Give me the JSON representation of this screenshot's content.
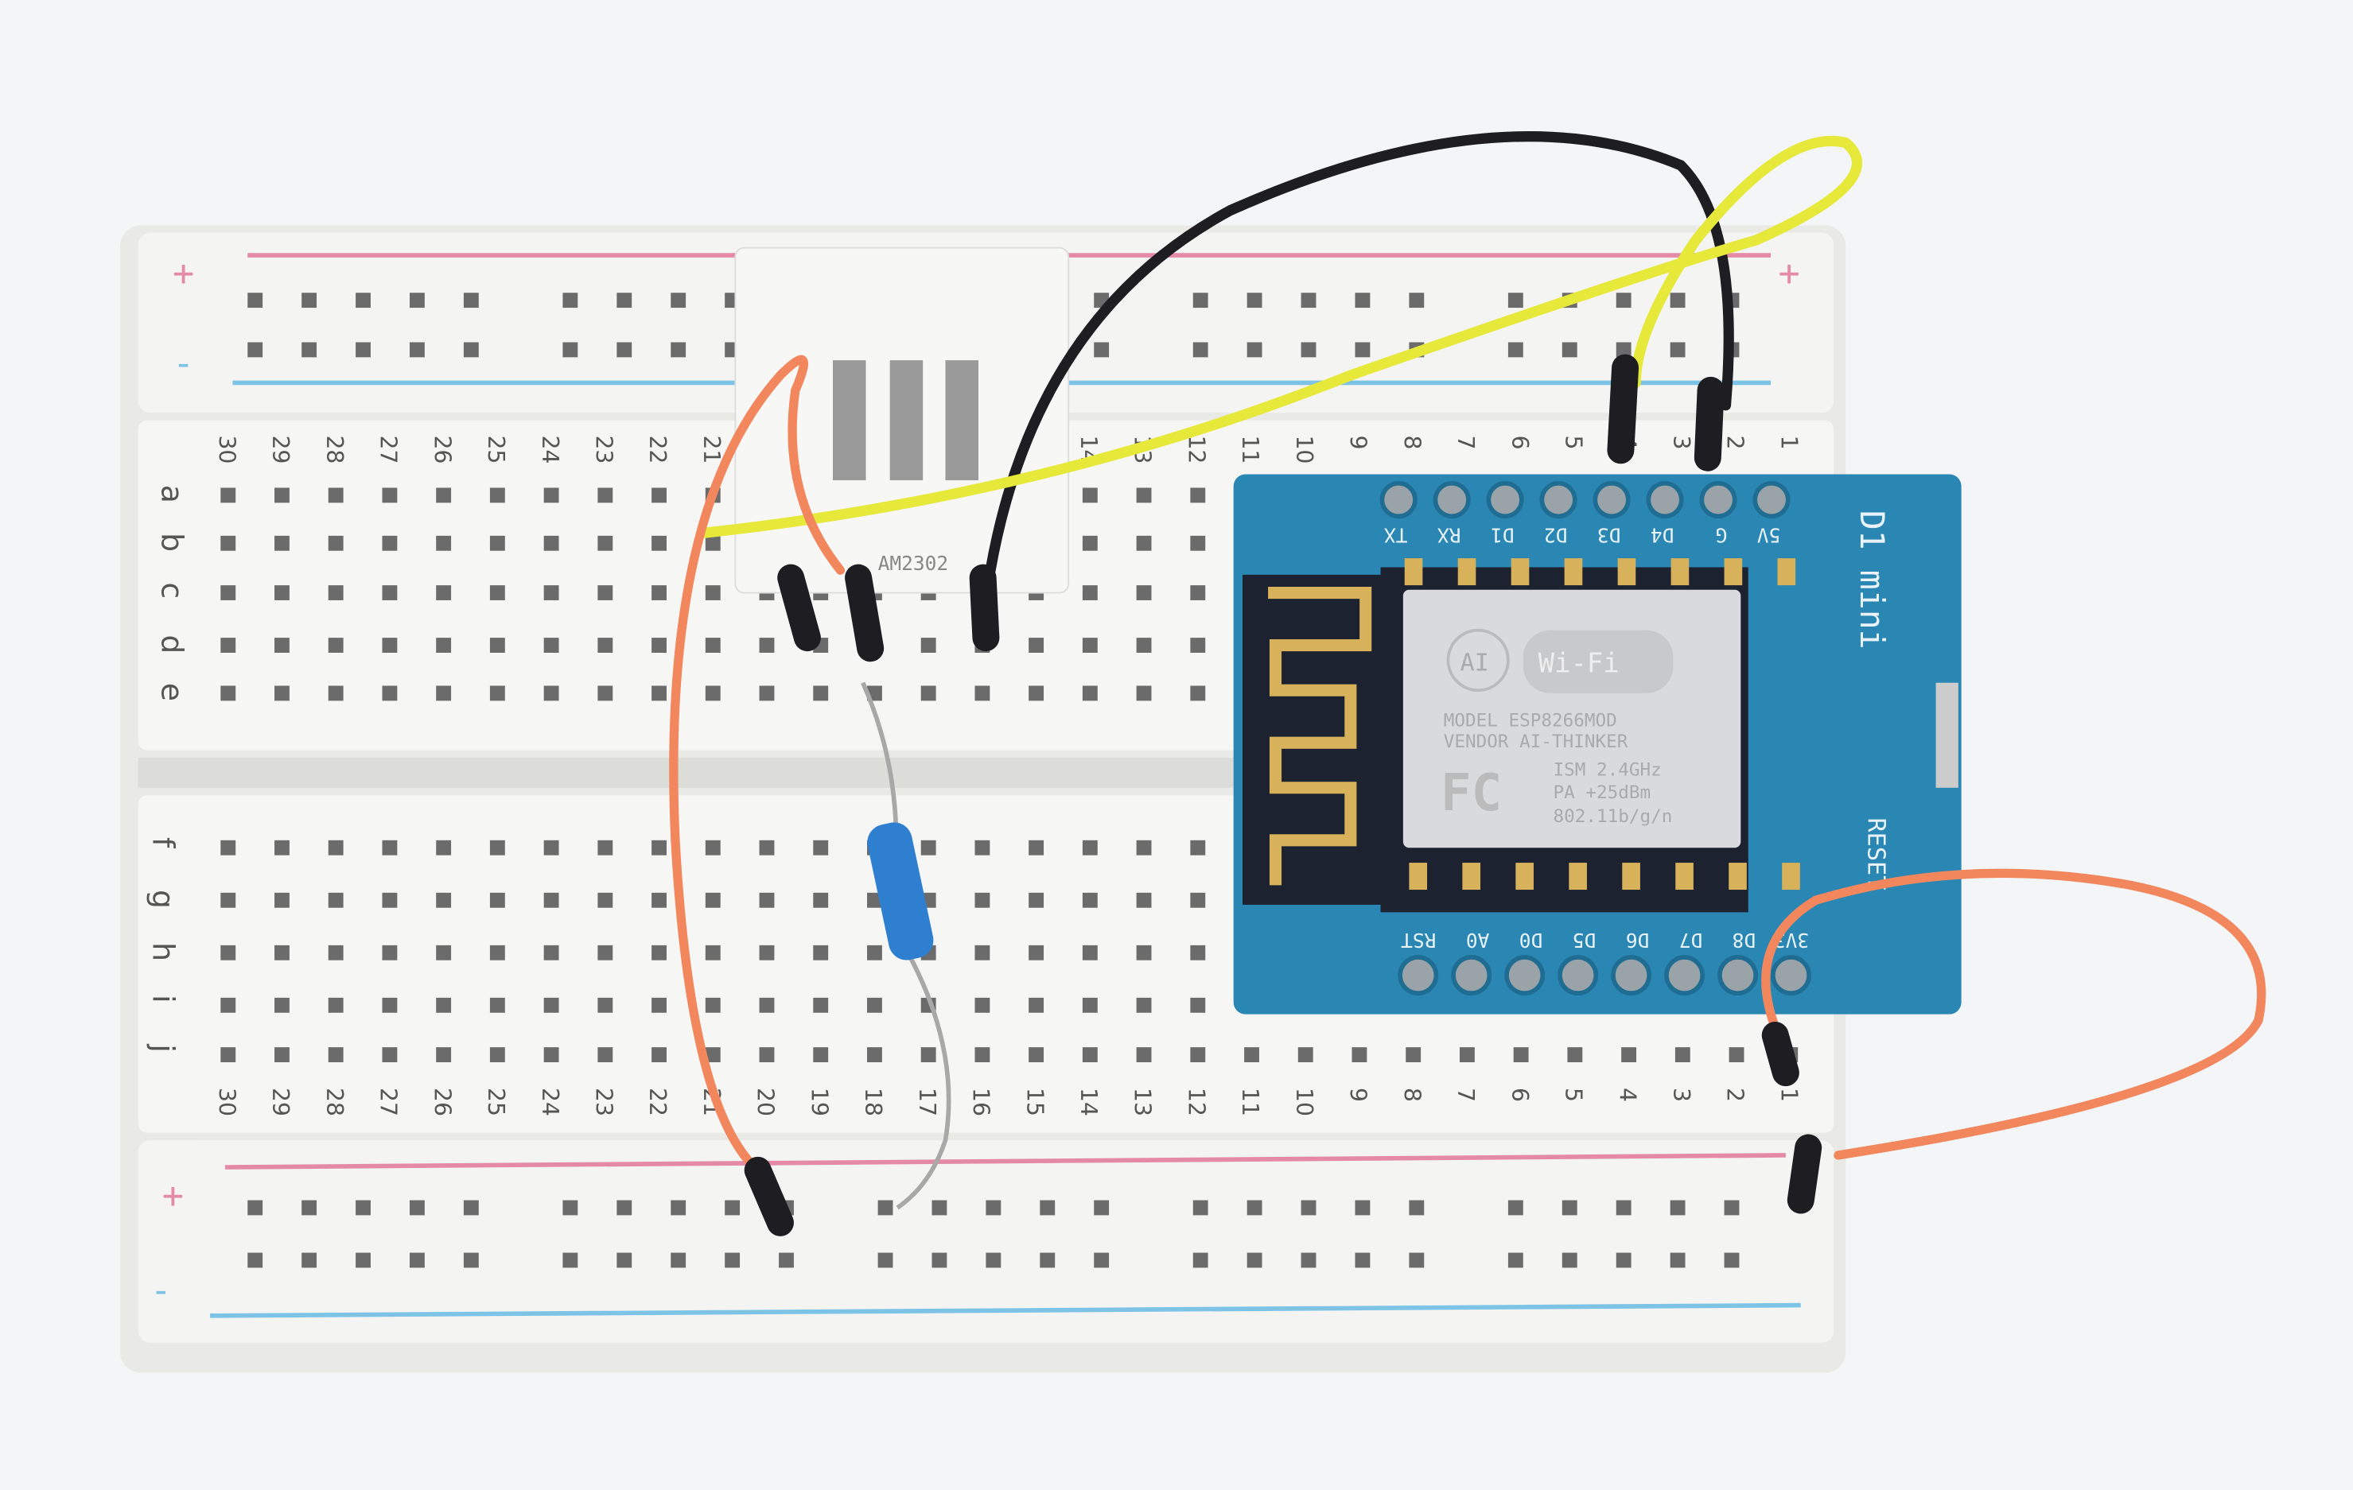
{
  "breadboard": {
    "row_letters_top": [
      "a",
      "b",
      "c",
      "d",
      "e"
    ],
    "row_letters_bottom": [
      "f",
      "g",
      "h",
      "i",
      "j"
    ],
    "columns": [
      "1",
      "2",
      "3",
      "4",
      "5",
      "6",
      "7",
      "8",
      "9",
      "10",
      "11",
      "12",
      "13",
      "14",
      "15",
      "16",
      "17",
      "18",
      "19",
      "20",
      "21",
      "22",
      "23",
      "24",
      "25",
      "26",
      "27",
      "28",
      "29",
      "30"
    ],
    "rail_plus": "+",
    "rail_minus": "-",
    "colors": {
      "body": "#f2f2f0",
      "hole": "#6b6b6b",
      "rail_red": "#e58aa6",
      "rail_blue": "#7cc3e6"
    }
  },
  "sensor": {
    "label": "AM2302",
    "color": "#f7f7f5"
  },
  "module": {
    "board_name": "D1 mini",
    "top_pins": [
      "TX",
      "RX",
      "D1",
      "D2",
      "D3",
      "D4",
      "G",
      "5V"
    ],
    "bottom_pins": [
      "RST",
      "A0",
      "D0",
      "D5",
      "D6",
      "D7",
      "D8",
      "3V3"
    ],
    "reset_label": "RESET",
    "shield_lines": [
      "MODEL  ESP8266MOD",
      "VENDOR AI-THINKER",
      "ISM 2.4GHz",
      "PA  +25dBm",
      "802.11b/g/n"
    ],
    "shield_logo_ai": "AI",
    "shield_logo_wifi": "Wi-Fi",
    "shield_logo_fc": "FC",
    "colors": {
      "pcb": "#2a86b3",
      "shield": "#d9dadb",
      "antenna": "#1c2230",
      "gold": "#d8b25a"
    }
  },
  "wires": {
    "black": "#1d1d22",
    "yellow": "#e6e83a",
    "orange": "#f2865d"
  },
  "resistor": {
    "color": "#2f7fd0"
  }
}
